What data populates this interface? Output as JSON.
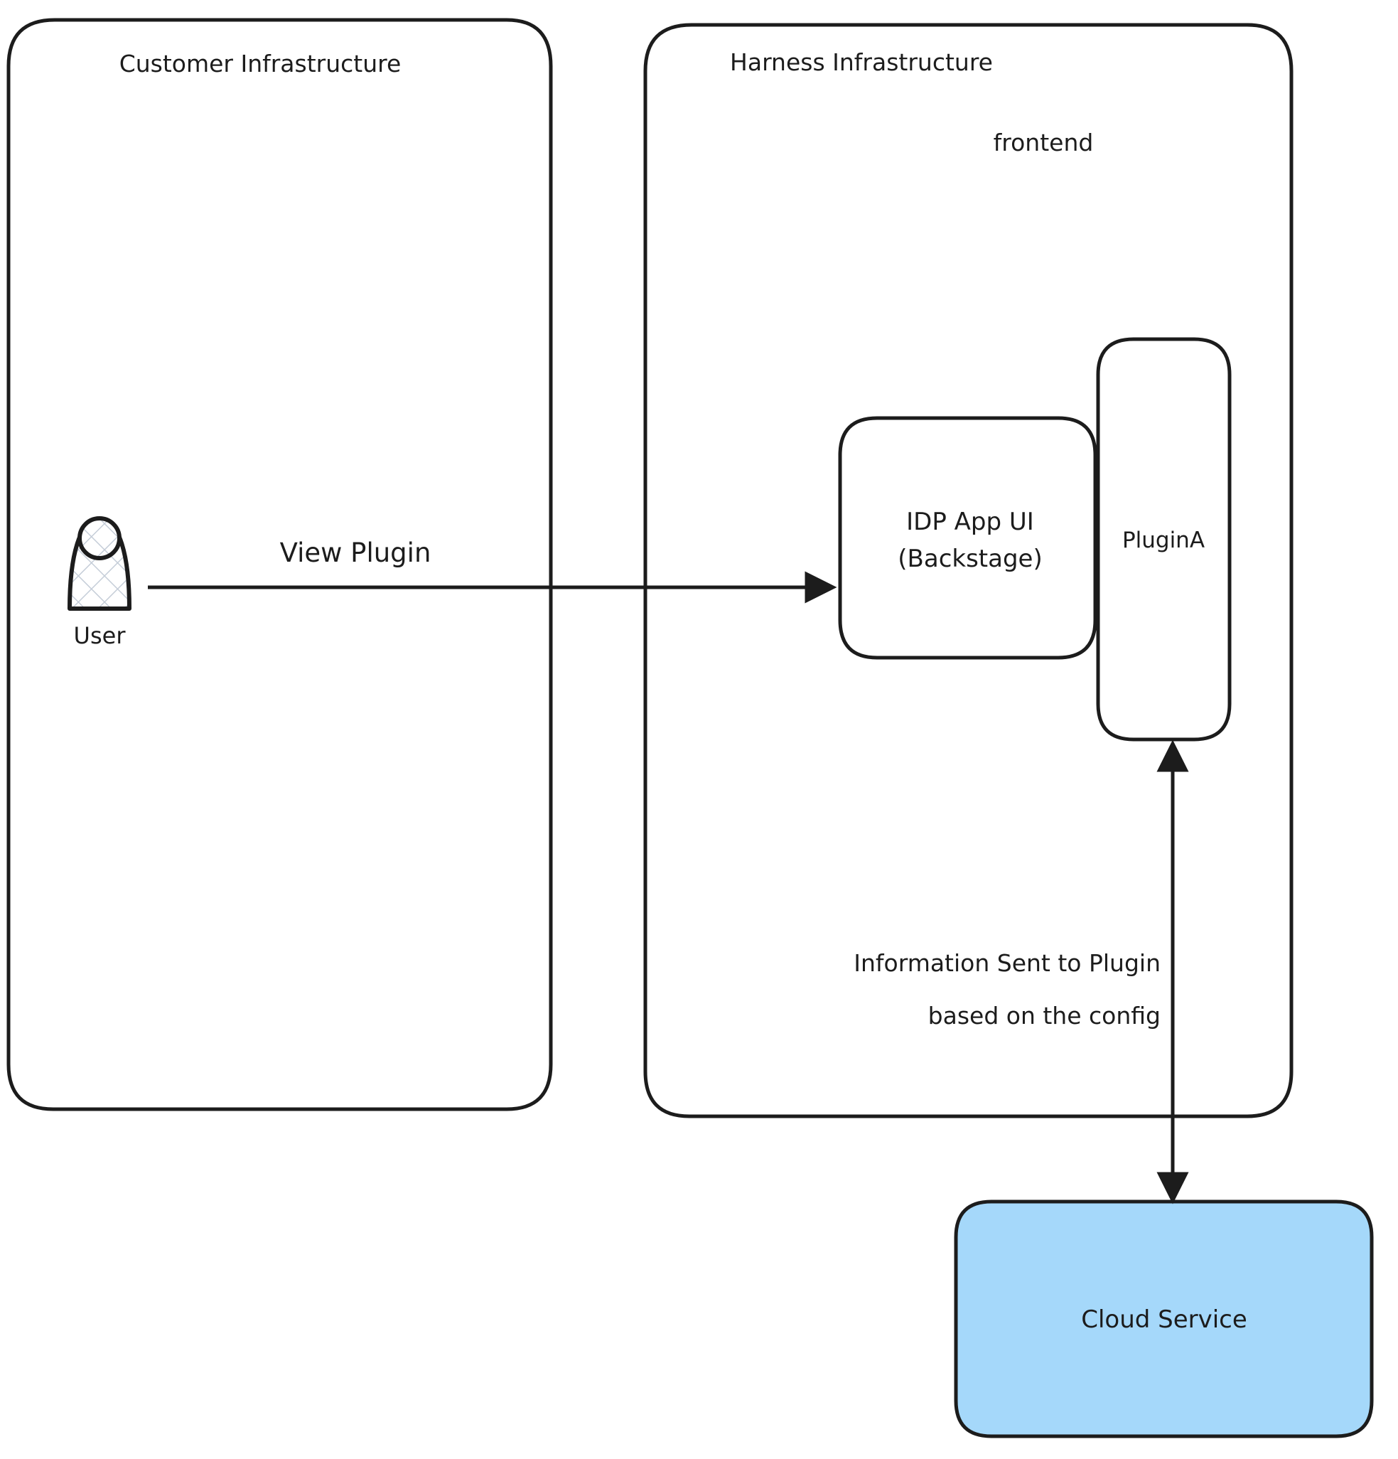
{
  "diagram": {
    "type": "architecture-flow",
    "background_color": "#ffffff",
    "stroke_color": "#1c1c1c",
    "containers": [
      {
        "id": "customer-infrastructure",
        "title": "Customer Infrastructure",
        "fill": "#ffffff",
        "stroke": "#1c1c1c"
      },
      {
        "id": "harness-infrastructure",
        "title": "Harness Infrastructure",
        "fill": "#ffffff",
        "stroke": "#1c1c1c"
      }
    ],
    "group_labels": [
      {
        "id": "frontend",
        "text": "frontend"
      }
    ],
    "nodes": [
      {
        "id": "user",
        "label": "User",
        "shape": "actor",
        "fill": "#ffffff",
        "pattern": "crosshatch",
        "pattern_color": "#c5cdd8"
      },
      {
        "id": "idp-app-ui",
        "label_line1": "IDP App UI",
        "label_line2": "(Backstage)",
        "shape": "rounded-rect",
        "fill": "#ffffff",
        "stroke": "#1c1c1c"
      },
      {
        "id": "plugin-a",
        "label": "PluginA",
        "shape": "rounded-rect",
        "fill": "#ffffff",
        "stroke": "#1c1c1c"
      },
      {
        "id": "cloud-service",
        "label": "Cloud Service",
        "shape": "rounded-rect",
        "fill": "#a5d8fa",
        "stroke": "#1c1c1c"
      }
    ],
    "edges": [
      {
        "id": "view-plugin",
        "label": "View Plugin",
        "from": "user",
        "to": "idp-app-ui",
        "direction": "forward",
        "arrowheads": "end"
      },
      {
        "id": "plugin-cloud",
        "label_line1": "Information Sent to Plugin",
        "label_line2": "based on the config",
        "from": "cloud-service",
        "to": "plugin-a",
        "direction": "bidirectional",
        "arrowheads": "both"
      }
    ]
  }
}
